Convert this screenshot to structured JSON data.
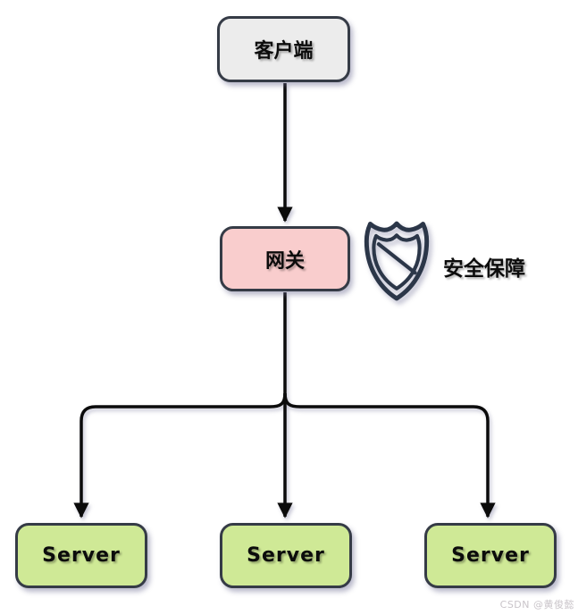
{
  "diagram": {
    "type": "architecture-flow",
    "nodes": {
      "client": {
        "label": "客户端",
        "fill": "#ececec"
      },
      "gateway": {
        "label": "网关",
        "fill": "#f9cdcd"
      },
      "servers": [
        {
          "label": "Server"
        },
        {
          "label": "Server"
        },
        {
          "label": "Server"
        }
      ],
      "server_fill": "#cfe996",
      "border_color": "#353b46"
    },
    "edges": [
      {
        "from": "client",
        "to": "gateway",
        "arrow": true
      },
      {
        "from": "gateway",
        "to": "server-1",
        "arrow": true
      },
      {
        "from": "gateway",
        "to": "server-2",
        "arrow": true
      },
      {
        "from": "gateway",
        "to": "server-3",
        "arrow": true
      }
    ],
    "annotation": {
      "icon": "shield-slash-icon",
      "icon_color": "#2b3648",
      "label": "安全保障"
    },
    "line_color": "#0b0b0b",
    "background": "#ffffff",
    "watermark": "CSDN @黄俊懿"
  }
}
